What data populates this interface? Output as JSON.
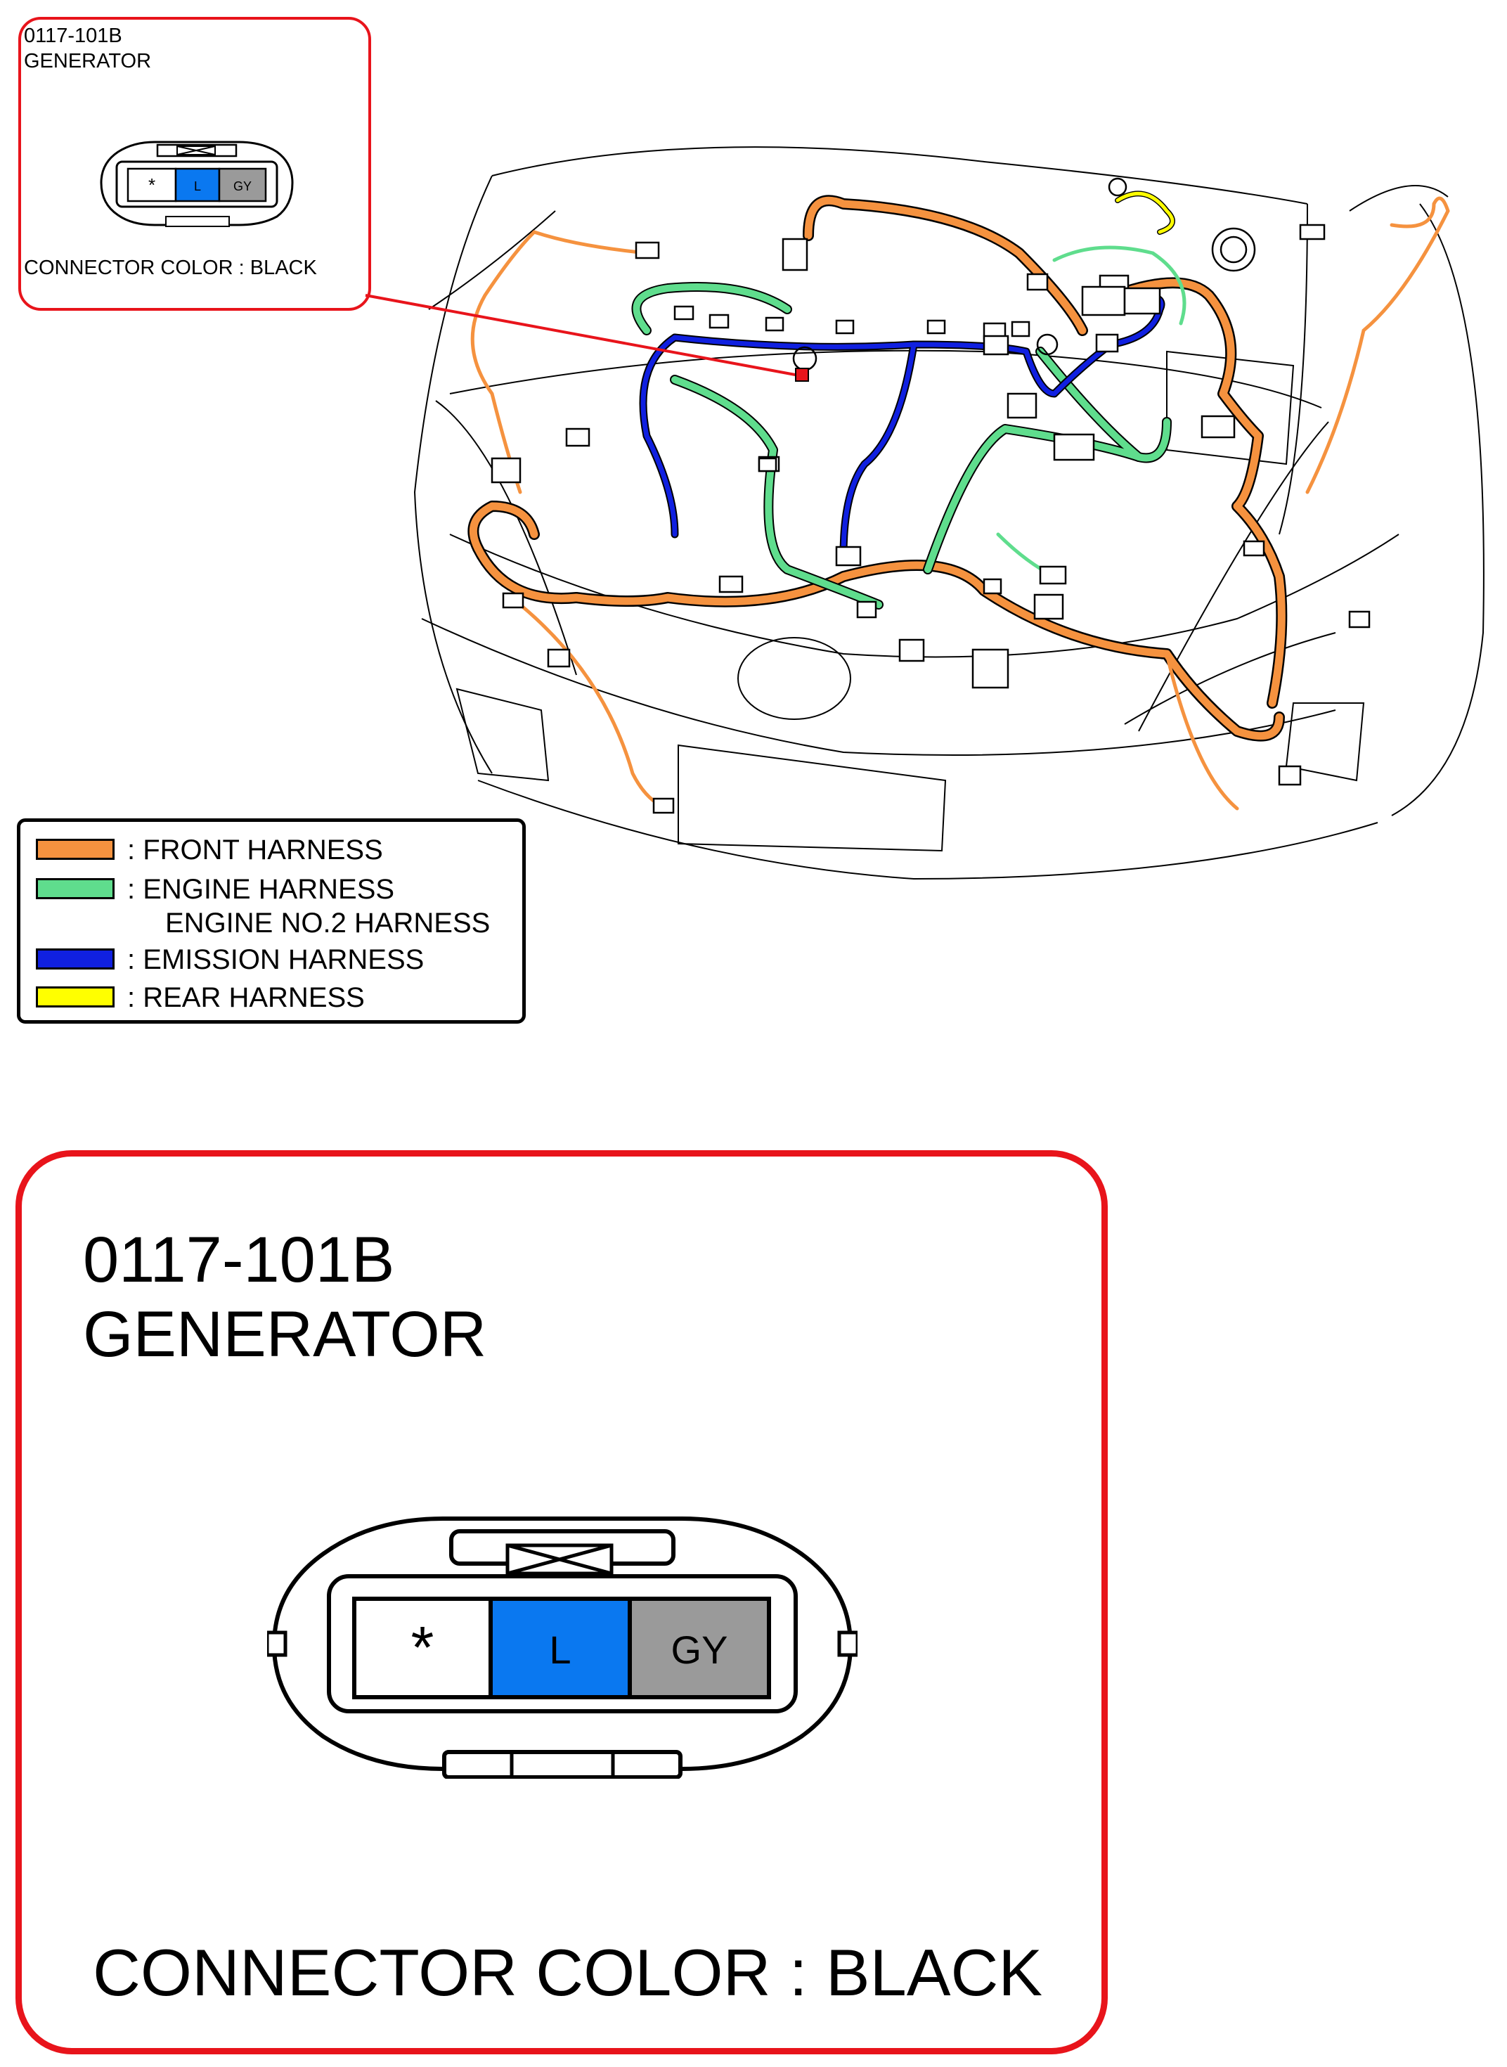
{
  "connector": {
    "code": "0117-101B",
    "name": "GENERATOR",
    "color_text": "CONNECTOR COLOR : BLACK",
    "pins": [
      {
        "label": "*",
        "fill": "#ffffff"
      },
      {
        "label": "L",
        "fill": "#0a78f0"
      },
      {
        "label": "GY",
        "fill": "#9a9a9a"
      }
    ]
  },
  "legend": {
    "items": [
      {
        "label": ": FRONT HARNESS",
        "color": "#f5923f"
      },
      {
        "label": ": ENGINE HARNESS",
        "color": "#5fdd8d"
      },
      {
        "label": "ENGINE NO.2 HARNESS"
      },
      {
        "label": ": EMISSION HARNESS",
        "color": "#1020e0"
      },
      {
        "label": ": REAR HARNESS",
        "color": "#ffff00"
      }
    ]
  },
  "colors": {
    "callout_border": "#e8141b",
    "front_harness": "#f5923f",
    "engine_harness": "#5fdd8d",
    "emission_harness": "#1020e0",
    "rear_harness": "#ffff00"
  }
}
